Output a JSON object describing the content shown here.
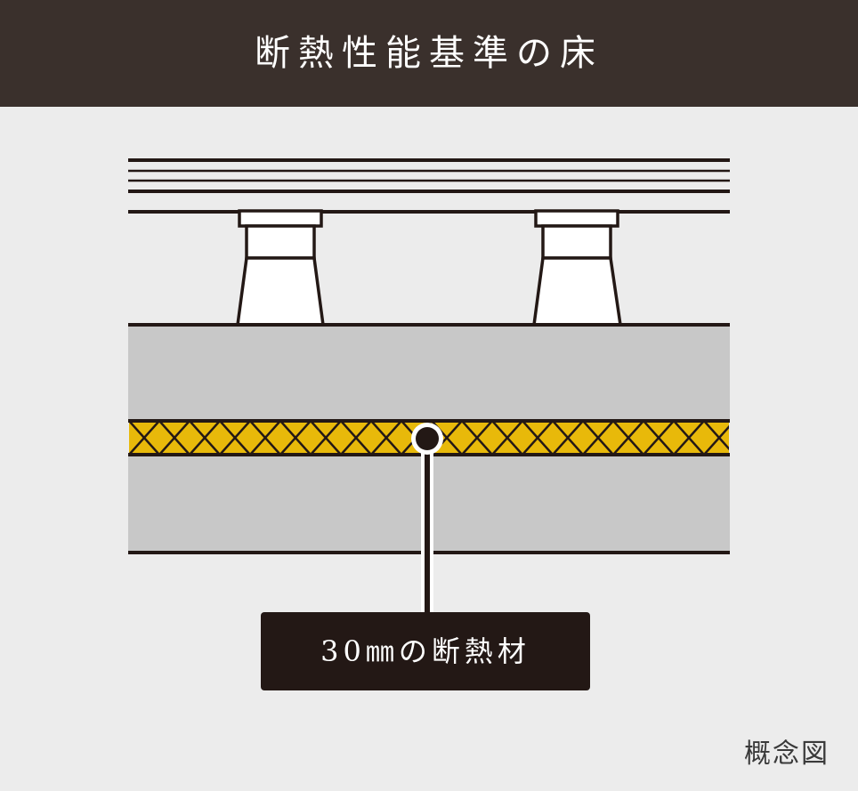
{
  "header": {
    "title": "断熱性能基準の床"
  },
  "callout": {
    "label": "30㎜の断熱材"
  },
  "note": {
    "label": "概念図"
  },
  "colors": {
    "header_bg": "#3a302c",
    "background": "#ececec",
    "slab": "#c8c8c8",
    "insulation": "#e8b90a",
    "line": "#231815",
    "post_fill": "#ffffff",
    "callout_bg": "#231815"
  }
}
